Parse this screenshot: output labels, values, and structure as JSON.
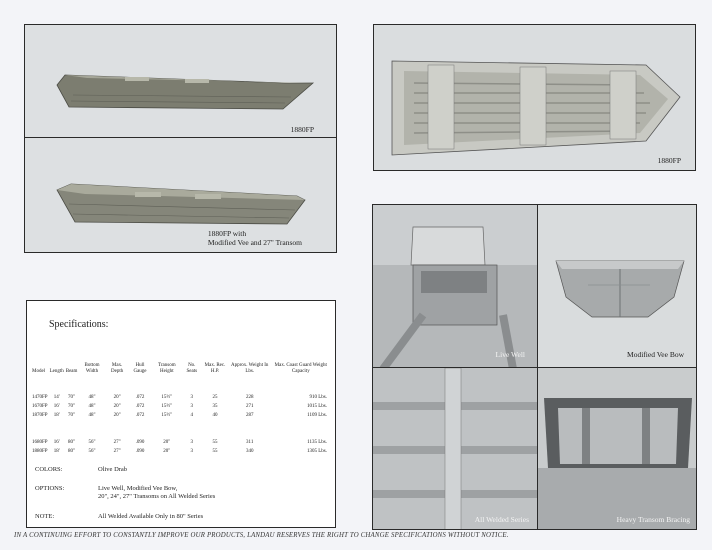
{
  "captions": {
    "side1": "1880FP",
    "side2_line1": "1880FP with",
    "side2_line2": "Modified Vee and 27\" Transom",
    "top": "1880FP",
    "live_well": "Live Well",
    "vee_bow": "Modified Vee Bow",
    "welded": "All Welded Series",
    "transom": "Heavy Transom Bracing"
  },
  "specs": {
    "title": "Specifications:",
    "headers": [
      "Model",
      "Length",
      "Beam",
      "Bottom Width",
      "Max. Depth",
      "Hull Gauge",
      "Transom Height",
      "No. Seats",
      "Max. Rec. H.P.",
      "Approx. Weight In Lbs.",
      "Max. Coast Guard Weight Capacity"
    ],
    "group1": [
      [
        "1470FP",
        "14'",
        "70\"",
        "48\"",
        "20\"",
        ".072",
        "15½\"",
        "3",
        "25",
        "228",
        "910 Lbs."
      ],
      [
        "1670FP",
        "16'",
        "70\"",
        "48\"",
        "20\"",
        ".072",
        "15½\"",
        "3",
        "35",
        "271",
        "1015 Lbs."
      ],
      [
        "1870FP",
        "18'",
        "70\"",
        "48\"",
        "20\"",
        ".072",
        "15½\"",
        "4",
        "40",
        "287",
        "1109 Lbs."
      ]
    ],
    "group2": [
      [
        "1680FP",
        "16'",
        "80\"",
        "56\"",
        "27\"",
        ".090",
        "20\"",
        "3",
        "55",
        "311",
        "1135 Lbs."
      ],
      [
        "1880FP",
        "18'",
        "80\"",
        "56\"",
        "27\"",
        ".090",
        "20\"",
        "3",
        "55",
        "340",
        "1305 Lbs."
      ]
    ],
    "colors_label": "COLORS:",
    "colors_value": "Olive Drab",
    "options_label": "OPTIONS:",
    "options_line1": "Live Well, Modified Vee Bow,",
    "options_line2": "20\", 24\", 27\" Transoms on All Welded Series",
    "note_label": "NOTE:",
    "note_value": "All Welded Available Only in 80\" Series"
  },
  "footer": "IN A CONTINUING EFFORT TO CONSTANTLY IMPROVE OUR PRODUCTS, LANDAU RESERVES THE RIGHT TO CHANGE SPECIFICATIONS WITHOUT NOTICE."
}
